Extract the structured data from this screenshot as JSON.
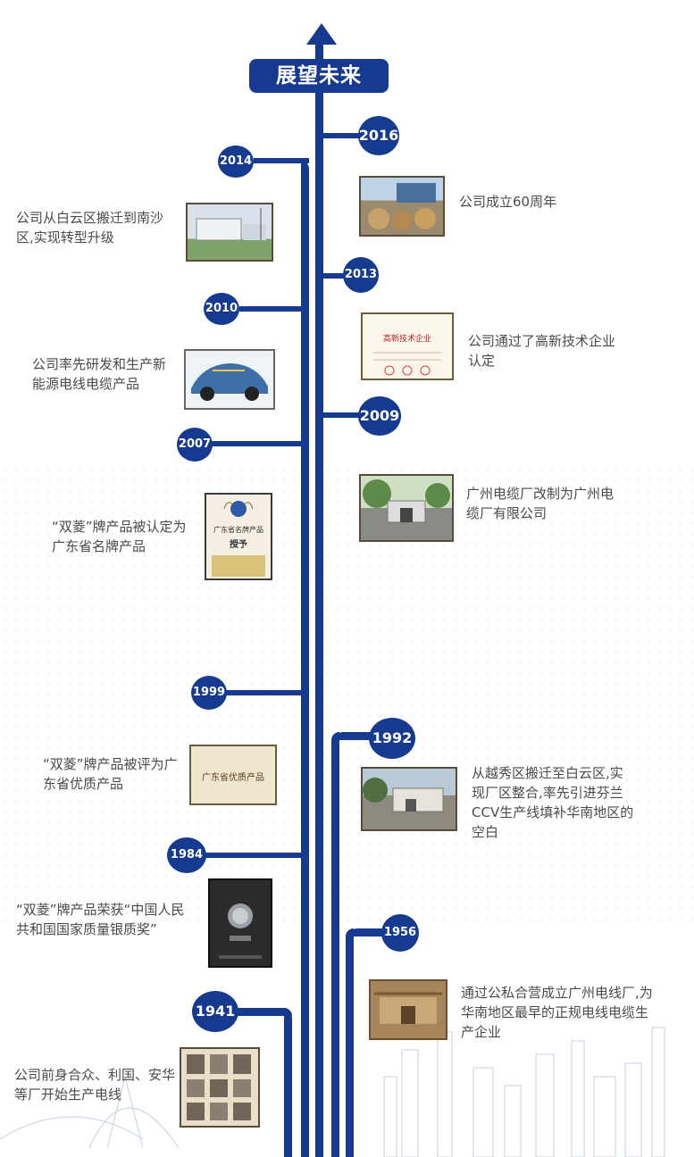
{
  "title": "展望未来",
  "events": [
    {
      "year": "2016",
      "text": "公司成立60周年"
    },
    {
      "year": "2014",
      "text": "公司从白云区搬迁到南沙区,实现转型升级"
    },
    {
      "year": "2013",
      "text": "公司通过了高新技术企业认定"
    },
    {
      "year": "2010",
      "text": "公司率先研发和生产新能源电线电缆产品"
    },
    {
      "year": "2009",
      "text": "广州电缆厂改制为广州电缆厂有限公司"
    },
    {
      "year": "2007",
      "text": "“双菱”牌产品被认定为广东省名牌产品"
    },
    {
      "year": "1999",
      "text": "“双菱”牌产品被评为广东省优质产品"
    },
    {
      "year": "1992",
      "text": "从越秀区搬迁至白云区,实现厂区整合,率先引进芬兰CCV生产线填补华南地区的空白"
    },
    {
      "year": "1984",
      "text": "“双菱”牌产品荣获“中国人民共和国国家质量银质奖”"
    },
    {
      "year": "1956",
      "text": "通过公私合营成立广州电线厂,为华南地区最早的正规电线电缆生产企业"
    },
    {
      "year": "1941",
      "text": "公司前身合众、利国、安华等厂开始生产电线"
    }
  ],
  "photo_text": {
    "cert_2013": "高新技术企业",
    "plaque_2007_top": "广东省名牌产品",
    "plaque_2007_mid": "授予",
    "cert_1999": "广东省优质产品"
  },
  "colors": {
    "primary": "#163a8f",
    "text": "#4a4a4a"
  }
}
